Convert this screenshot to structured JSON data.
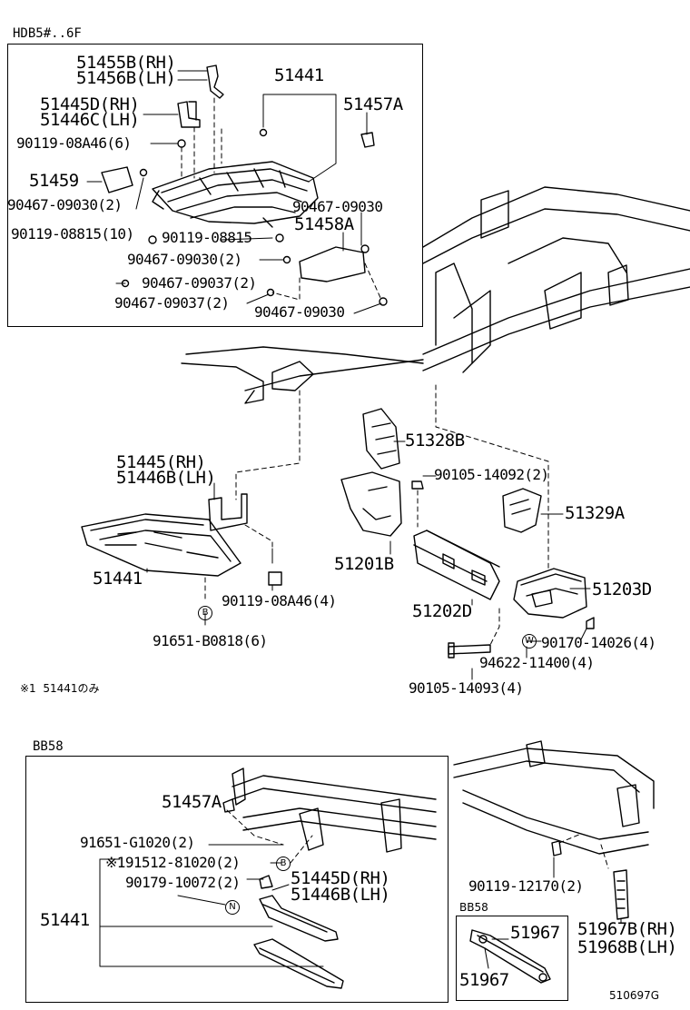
{
  "sections": {
    "top": "HDB5#..6F",
    "bottom": "BB58",
    "inset": "BB58"
  },
  "note": "※1  51441のみ",
  "figure_code": "510697G",
  "circle_marks": {
    "b1": "B",
    "b2": "B",
    "n1": "N",
    "w1": "W"
  },
  "labels": {
    "p51455b": "51455B(RH)",
    "p51456b": "51456B(LH)",
    "p51441_top": "51441",
    "p51445d_top": "51445D(RH)",
    "p51446c": "51446C(LH)",
    "p51457a_top": "51457A",
    "p90119_08a46_6": "90119-08A46(6)",
    "p51459": "51459",
    "p90467_09030_2a": "90467-09030(2)",
    "p90467_09030_a": "90467-09030",
    "p90119_08815_10": "90119-08815(10)",
    "p90119_08815": "90119-08815",
    "p51458a": "51458A",
    "p90467_09030_2b": "90467-09030(2)",
    "p90467_09037_2a": "90467-09037(2)",
    "p90467_09037_2b": "90467-09037(2)",
    "p90467_09030_b": "90467-09030",
    "p51445": "51445(RH)",
    "p51446b_mid": "51446B(LH)",
    "p51441_mid": "51441",
    "p90119_08a46_4": "90119-08A46(4)",
    "p91651_b0818": "91651-B0818(6)",
    "p51328b": "51328B",
    "p90105_14092": "90105-14092(2)",
    "p51329a": "51329A",
    "p51201b": "51201B",
    "p51202d": "51202D",
    "p51203d": "51203D",
    "p90170_14026": "90170-14026(4)",
    "p94622_11400": "94622-11400(4)",
    "p90105_14093": "90105-14093(4)",
    "p51457a_bot": "51457A",
    "p91651_g1020": "91651-G1020(2)",
    "p91512_81020": "※191512-81020(2)",
    "p90179_10072": "90179-10072(2)",
    "p51445d_bot": "51445D(RH)",
    "p51446b_bot": "51446B(LH)",
    "p51441_bot": "51441",
    "p90119_12170": "90119-12170(2)",
    "p51967b": "51967B(RH)",
    "p51968b": "51968B(LH)",
    "p51967_a": "51967",
    "p51967_b": "51967"
  }
}
